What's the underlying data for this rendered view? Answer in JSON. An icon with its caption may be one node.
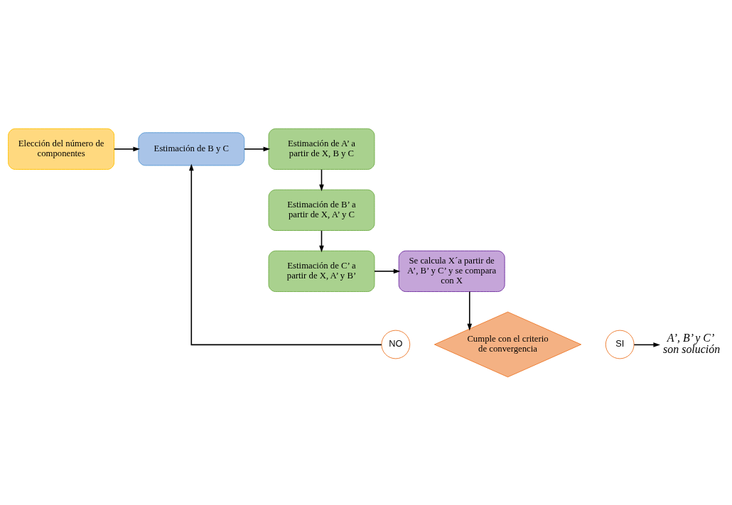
{
  "diagram": {
    "nodes": [
      {
        "text": [
          "Elección del número de componentes"
        ]
      },
      {
        "text": [
          "Estimación de B y C"
        ]
      },
      {
        "text": [
          "Estimación de A’ a partir de X, B y C"
        ]
      },
      {
        "text": [
          "Estimación de B’ a partir de X, A’ y C"
        ]
      },
      {
        "text": [
          "Estimación de C’ a partir de X, A’ y B’"
        ]
      },
      {
        "text": [
          "Se calcula X´a partir de A’, B’ y C’ y se compara con X"
        ]
      },
      {
        "text": [
          "Cumple con el criterio de convergencia"
        ]
      },
      {
        "text": [
          "NO"
        ]
      },
      {
        "text": [
          "SI"
        ]
      },
      {
        "text": [
          "A’, B’ y C’ son solución"
        ]
      }
    ],
    "edges": [
      {
        "from": 0,
        "to": 1,
        "arrow": "to"
      },
      {
        "from": 1,
        "to": 2,
        "arrow": "to"
      },
      {
        "from": 2,
        "to": 3,
        "arrow": "to"
      },
      {
        "from": 3,
        "to": 4,
        "arrow": "to"
      },
      {
        "from": 4,
        "to": 5,
        "arrow": "to"
      },
      {
        "from": 5,
        "to": 6,
        "arrow": "to"
      },
      {
        "from": 7,
        "to": 1,
        "arrow": "to"
      },
      {
        "from": 8,
        "to": 9,
        "arrow": "to"
      }
    ]
  }
}
